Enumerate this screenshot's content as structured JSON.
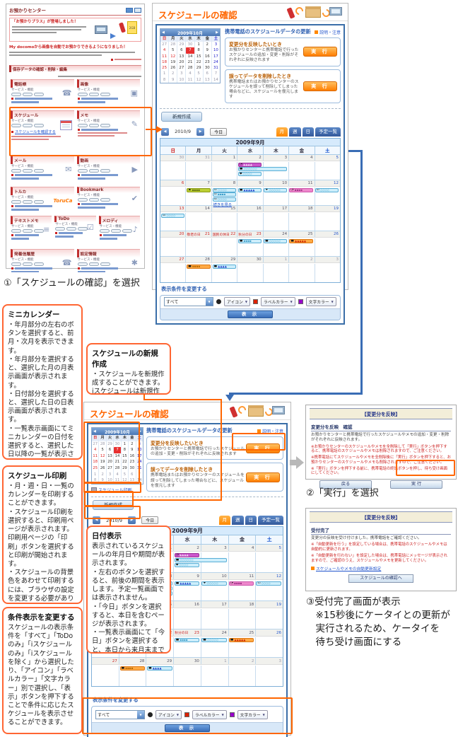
{
  "colors": {
    "accent_orange": "#ff6600",
    "link_blue": "#2255cc",
    "panel_blue": "#3a6ea8",
    "tab_orange": "#ff9922",
    "exec_orange": "#ff8800"
  },
  "thumbnail": {
    "title": "お預かりセンター",
    "promo1_headline": "「お預かりプラス」が登場しました！",
    "promo2_headline": "My docomoから画像を自動でお預かりできるようになりました！",
    "chip_label": "2GB",
    "section_bar": "保存データの確認・削除・編集",
    "service_label": "サービス・機能",
    "sections": [
      {
        "title": "電話帳",
        "icon": "☎",
        "w": 2
      },
      {
        "title": "画像",
        "icon": "▣",
        "w": 2
      },
      {
        "title": "スケジュール",
        "icon": "cal",
        "w": 2,
        "link": "スケジュールを確認する",
        "note_bars": 2,
        "highlight": true
      },
      {
        "title": "メモ",
        "icon": "✎",
        "w": 2,
        "note_bars": 2
      },
      {
        "title": "メール",
        "icon": "✉",
        "w": 2
      },
      {
        "title": "動画",
        "icon": "▶",
        "w": 2
      },
      {
        "title": "トルカ",
        "logo": "ToruCa",
        "w": 2
      },
      {
        "title": "Bookmark",
        "icon": "✔",
        "w": 2
      },
      {
        "title": "テキストメモ",
        "icon": "≡",
        "w": 3
      },
      {
        "title": "ToDo",
        "icon": "☑",
        "w": 3
      },
      {
        "title": "メロディ",
        "icon": "♪",
        "w": 3
      },
      {
        "title": "発着信履歴",
        "icon": "☎",
        "w": 2
      },
      {
        "title": "設定情報",
        "icon": "✱",
        "w": 2
      }
    ]
  },
  "captions": {
    "step1": "①「スケジュールの確認」を選択",
    "step2": "②「実行」を選択",
    "step3": "③受付完了画面が表示\n　※15秒後にケータイとの更新が\n　実行されるため、ケータイを\n　待ち受け画面にする"
  },
  "sched": {
    "title": "スケジュールの確認",
    "update": {
      "heading": "携帯電話のスケジュールデータの更新",
      "help_link": "説明・注意",
      "boxes": [
        {
          "title": "変更分を反映したいとき",
          "body": "お預かりセンターと携帯電話で行ったスケジュールの追加・変更・削除がそれぞれに反映されます",
          "button": "実 行"
        },
        {
          "title": "誤ってデータを削除したとき",
          "body": "携帯電話またはお預かりセンターのスケジュールを誤って削除してしまった場合などに、スケジュールを復元します",
          "button": "実 行"
        }
      ]
    },
    "print_link": "スケジュール印刷",
    "create_button": "新規作成",
    "nav": {
      "prev": "◀",
      "period": "2010/9",
      "next": "▶",
      "today": "今日"
    },
    "tabs": [
      "月",
      "週",
      "日",
      "予定一覧"
    ],
    "calendar_title": "2009年9月",
    "day_headers": [
      "日",
      "月",
      "火",
      "水",
      "木",
      "金",
      "土"
    ],
    "mini": {
      "title": "2009年10月",
      "weeks": [
        [
          [
            "27",
            "p"
          ],
          [
            "28",
            "p"
          ],
          [
            "29",
            "p"
          ],
          [
            "30",
            "p"
          ],
          [
            "1",
            ""
          ],
          [
            "2",
            ""
          ],
          [
            "3",
            "b"
          ]
        ],
        [
          [
            "4",
            "r"
          ],
          [
            "5",
            ""
          ],
          [
            "6",
            ""
          ],
          [
            "7",
            "t"
          ],
          [
            "8",
            ""
          ],
          [
            "9",
            ""
          ],
          [
            "10",
            "b"
          ]
        ],
        [
          [
            "11",
            "r"
          ],
          [
            "12",
            "r"
          ],
          [
            "13",
            ""
          ],
          [
            "14",
            ""
          ],
          [
            "15",
            ""
          ],
          [
            "16",
            ""
          ],
          [
            "17",
            "b"
          ]
        ],
        [
          [
            "18",
            "r"
          ],
          [
            "19",
            ""
          ],
          [
            "20",
            ""
          ],
          [
            "21",
            ""
          ],
          [
            "22",
            ""
          ],
          [
            "23",
            ""
          ],
          [
            "24",
            "b"
          ]
        ],
        [
          [
            "25",
            "r"
          ],
          [
            "26",
            ""
          ],
          [
            "27",
            ""
          ],
          [
            "28",
            ""
          ],
          [
            "29",
            ""
          ],
          [
            "30",
            ""
          ],
          [
            "31",
            "b"
          ]
        ],
        [
          [
            "1",
            "n"
          ],
          [
            "2",
            "n"
          ],
          [
            "3",
            "n"
          ],
          [
            "4",
            "n"
          ],
          [
            "5",
            "n"
          ],
          [
            "6",
            "n"
          ],
          [
            "7",
            "n"
          ]
        ],
        [
          [
            "8",
            "n"
          ],
          [
            "9",
            "n"
          ],
          [
            "10",
            "n"
          ],
          [
            "11",
            "n"
          ],
          [
            "12",
            "n"
          ],
          [
            "13",
            "n"
          ],
          [
            "14",
            "n"
          ]
        ]
      ]
    },
    "big": {
      "weeks": [
        [
          [
            "30",
            "p"
          ],
          [
            "31",
            "p"
          ],
          [
            "1",
            ""
          ],
          [
            "2",
            ""
          ],
          [
            "3",
            ""
          ],
          [
            "4",
            ""
          ],
          [
            "5",
            "b"
          ]
        ],
        [
          [
            "6",
            "r"
          ],
          [
            "7",
            ""
          ],
          [
            "8",
            ""
          ],
          [
            "9",
            ""
          ],
          [
            "10",
            ""
          ],
          [
            "11",
            ""
          ],
          [
            "12",
            "b"
          ]
        ],
        [
          [
            "13",
            "r"
          ],
          [
            "14",
            ""
          ],
          [
            "15",
            ""
          ],
          [
            "16",
            ""
          ],
          [
            "17",
            ""
          ],
          [
            "18",
            ""
          ],
          [
            "19",
            "b"
          ]
        ],
        [
          [
            "20",
            "r"
          ],
          [
            "21",
            "r",
            "敬老の日"
          ],
          [
            "22",
            "r",
            "国民の休日"
          ],
          [
            "23",
            "r",
            "秋分の日"
          ],
          [
            "24",
            ""
          ],
          [
            "25",
            ""
          ],
          [
            "26",
            "b"
          ]
        ],
        [
          [
            "27",
            "r"
          ],
          [
            "28",
            ""
          ],
          [
            "29",
            ""
          ],
          [
            "30",
            ""
          ],
          [
            "1",
            "n"
          ],
          [
            "2",
            "n"
          ],
          [
            "3",
            "n"
          ]
        ]
      ]
    },
    "more_link": "続きを見る",
    "event_colors": {
      "cyan": {
        "bg": "#cdeefb",
        "bd": "#58aed6",
        "tx": "#3a9cc8"
      },
      "cyanblue": {
        "bg": "#cdeefb",
        "bd": "#58aed6",
        "tx": "#2244cc"
      },
      "purple": {
        "bg": "#cc55cc",
        "bd": "#993399",
        "tx": "#f0d0f0"
      },
      "green": {
        "bg": "#bccf33",
        "bd": "#8a9a1a",
        "tx": "#5a6a10"
      },
      "pink": {
        "bg": "#ee88cc",
        "bd": "#cc55aa",
        "tx": "#a03388"
      },
      "orange": {
        "bg": "#ffaa44",
        "bd": "#dd7711",
        "tx": "#b86a00"
      },
      "orangered": {
        "bg": "#ffaa44",
        "bd": "#dd7711",
        "tx": "#cc2200"
      }
    },
    "events": [
      {
        "w": 0,
        "d": 3,
        "r": 0,
        "c": "purple",
        "t": "▲▲▲▲",
        "i": "◔"
      },
      {
        "w": 0,
        "d": 3,
        "r": 1,
        "c": "cyan",
        "t": "◇◇◇◇◇◇",
        "i": "■",
        "s": 2
      },
      {
        "w": 0,
        "d": 3,
        "r": 2,
        "c": "cyan",
        "t": "◇◇◇◇",
        "i": "◆"
      },
      {
        "w": 1,
        "d": 1,
        "r": 0,
        "c": "green",
        "t": "▪▪▪▪",
        "i": "♟"
      },
      {
        "w": 1,
        "d": 2,
        "r": 0,
        "c": "cyan",
        "t": "◇◇◇◇",
        "i": "☑"
      },
      {
        "w": 1,
        "d": 2,
        "r": 1,
        "c": "cyan",
        "t": "▪▪▪▪",
        "i": "☑"
      },
      {
        "w": 1,
        "d": 2,
        "r": 2,
        "c": "cyan",
        "t": "◇◇◇◇",
        "i": "☑"
      },
      {
        "w": 1,
        "d": 2,
        "r": 3,
        "link": true
      },
      {
        "w": 1,
        "d": 3,
        "r": 0,
        "c": "cyanblue",
        "t": "▲▲▲▲▲",
        "i": "■"
      },
      {
        "w": 1,
        "d": 4,
        "r": 0,
        "c": "cyan",
        "t": "◇◇◇◇◇",
        "i": "♥"
      },
      {
        "w": 1,
        "d": 5,
        "r": 0,
        "c": "pink",
        "t": "▪▪▪▪",
        "i": "◔"
      },
      {
        "w": 1,
        "d": 6,
        "r": 0,
        "c": "cyan",
        "t": "◇◇◇◇",
        "i": "☑"
      },
      {
        "w": 2,
        "d": 0,
        "r": 0,
        "c": "cyan",
        "t": "◇◇◇◇",
        "i": "☑"
      },
      {
        "w": 3,
        "d": 3,
        "r": 0,
        "c": "cyan",
        "t": "▪▪▪▪",
        "i": "■"
      },
      {
        "w": 3,
        "d": 4,
        "r": 0,
        "c": "cyan",
        "t": "◇◇◇◇◇",
        "i": "■"
      },
      {
        "w": 3,
        "d": 5,
        "r": 0,
        "c": "orangered",
        "t": "▲▲▲▲▲",
        "i": "■"
      },
      {
        "w": 4,
        "d": 1,
        "r": 0,
        "c": "orange",
        "t": "▪▪▪▪",
        "i": "■"
      },
      {
        "w": 4,
        "d": 2,
        "r": 0,
        "c": "cyanblue",
        "t": "▲▲▲▲",
        "i": "■"
      }
    ],
    "filter": {
      "heading": "表示条件を変更する",
      "select": "すべて",
      "icon_dd": "アイコン",
      "label_dd": "ラベルカラー",
      "color_dd": "文字カラー",
      "button": "表 示"
    }
  },
  "annotations": {
    "mini_calendar": {
      "title": "ミニカレンダー",
      "body": "・年月部分の左右のボタンを選択すると、前月・次月を表示できます。\n・年月部分を選択すると、選択した月の月表示画面が表示されます。\n・日付部分を選択すると、選択した日の日表示画面が表示されます。\n・一覧表示画面にてミニカレンダーの日付を選択すると、選択した日以降の一覧が表示されます。\n・本日の日付部分は背景色が赤になります。"
    },
    "print": {
      "title": "スケジュール印刷",
      "body": "・月・週・日・一覧のカレンダーを印刷することができます。\n・スケジュール印刷を選択すると、印刷用ページが表示されます。印刷用ページの「印刷」ボタンを選択すると印刷が開始されます。\n・スケジュールの背景色をあわせて印刷するには、ブラウザの設定を変更する必要があります。"
    },
    "filter": {
      "title": "条件表示を変更する",
      "body": "スケジュールの表示条件を「すべて」「ToDoのみ」「iスケジュールのみ」「iスケジュールを除く」から選択したり、「アイコン」「ラベルカラー」「文字カラー」別で選択し、「表示」ボタンを押下することで条件に応じたスケジュールを表示させることができます。"
    },
    "create": {
      "title": "スケジュールの新規作成",
      "body": "・スケジュールを新規作成することができます。\niスケジュールは新規作成することができません。"
    },
    "date_display": {
      "title": "日付表示",
      "body": "表示されているスケジュールの年月日や期間が表示されます。\n・左右のボタンを選択すると、前後の期間を表示します。予定一覧画面では表示されません。\n・「今日」ボタンを選択すると、本日を含むページが表示されます。\n・一覧表示画面にて「今日」ボタンを選択すると、本日から来月末までの予定が表示されます。"
    }
  },
  "confirm": {
    "band": "【変更分を反映】",
    "header": "変更分を反映　確認",
    "body": "お預かりセンターと携帯電話で行ったスケジュールやメモの追加・変更・削除がそれぞれに反映されます。",
    "notes": [
      "※お預かりセンターのスケジュールやメモを全削除して「実行」ボタンを押下すると、携帯電話のスケジュールやメモは削除されますので、ご注意ください。",
      "※携帯電話にてスケジュールやメモを全削除後に「実行」ボタンを押下すると、お預かりセンターのスケジュールやメモも削除されますので、ご注意ください。",
      "※「実行」ボタンを押下する前に、携帯電話の終話ボタンを押し、待ち受け画面にしてください。"
    ],
    "back_button": "戻る",
    "exec_button": "実 行"
  },
  "complete": {
    "band": "【変更分を反映】",
    "header": "受付完了",
    "body": "変更分の反映を受け付けました。携帯電話をご確認ください。",
    "notes": [
      "※「自動更新を行う」を設定している場合は、携帯電話のスケジュールやメモは自動的に更新されます。",
      "※「自動更新を行わない」を設定した場合は、携帯電話にメッセージが表示されますので、ご確認のうえ、スケジュールやメモを更新してください。"
    ],
    "link": "スケジュールやメモの自動更新設定",
    "button": "スケジュールの確認へ"
  }
}
